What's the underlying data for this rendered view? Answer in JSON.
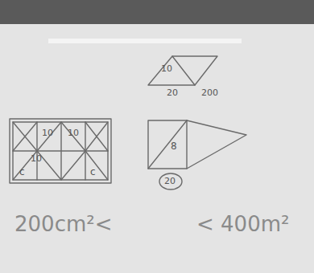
{
  "diagram": {
    "labels": [
      "10",
      "20",
      "200",
      "10",
      "10",
      "10",
      "c",
      "c",
      "8",
      "20",
      "200cm²<",
      "< 400m²"
    ]
  }
}
